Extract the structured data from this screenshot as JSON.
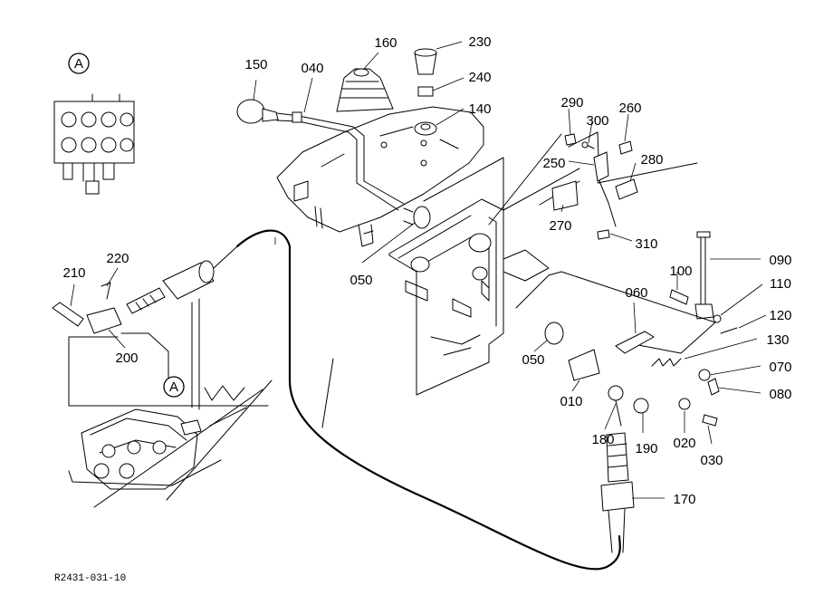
{
  "detail_marker": "A",
  "callouts": [
    "150",
    "040",
    "160",
    "230",
    "240",
    "140",
    "290",
    "300",
    "260",
    "250",
    "280",
    "270",
    "310",
    "090",
    "100",
    "110",
    "120",
    "130",
    "070",
    "080",
    "060",
    "050",
    "050",
    "010",
    "180",
    "190",
    "020",
    "030",
    "170",
    "210",
    "220",
    "200"
  ],
  "figure_ref": "R2431-031-10"
}
